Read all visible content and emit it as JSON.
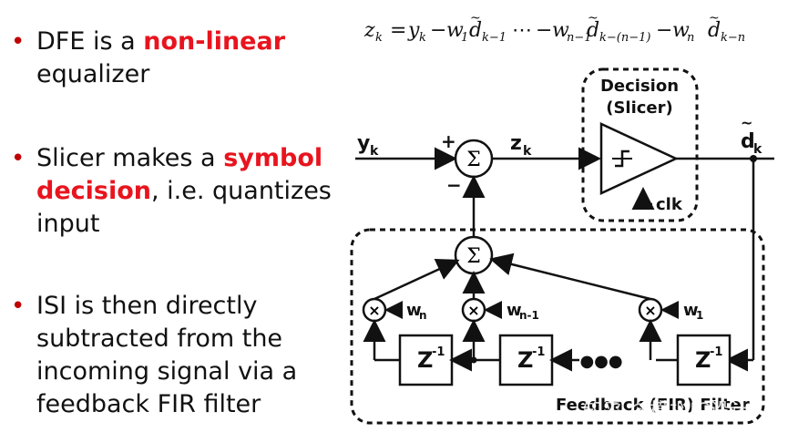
{
  "bullets": [
    {
      "pre": "DFE is a ",
      "highlight": "non-linear",
      "post": "equalizer"
    },
    {
      "pre": "Slicer makes a ",
      "highlight": "symbol",
      "highlight2": "decision",
      "post": ", i.e. quantizes input"
    },
    {
      "text": "ISI is then directly subtracted from the incoming signal via a feedback FIR filter"
    }
  ],
  "equation": {
    "lhs": "z",
    "lhs_sub": "k",
    "y": "y",
    "y_sub": "k",
    "w1": "w",
    "w1_sub": "1",
    "d1_sub": "k−1",
    "ellipsis": "⋯",
    "wn1": "w",
    "wn1_sub": "n−1",
    "dn1_sub": "k−(n−1)",
    "wn": "w",
    "wn_sub": "n",
    "dn_sub": "k−n",
    "d": "d",
    "tilde": "~",
    "minus": "−",
    "eq": "="
  },
  "diagram": {
    "input_label": "y",
    "input_sub": "k",
    "plus": "+",
    "minus": "−",
    "sigma": "Σ",
    "z_label": "z",
    "z_sub": "k",
    "decision_title": "Decision",
    "decision_sub": "(Slicer)",
    "clk": "clk",
    "output_label": "d",
    "output_sub": "k",
    "output_tilde": "~",
    "mult": "×",
    "wn_label": "w",
    "wn_sub": "n",
    "wn1_label": "w",
    "wn1_sub": "n-1",
    "w1_label": "w",
    "w1_sub": "1",
    "delay": "Z",
    "delay_exp": "-1",
    "dots": "●●●",
    "filter_label": "Feedback (FIR) Filter",
    "watermark": "知乎 @模拟IC设计"
  }
}
